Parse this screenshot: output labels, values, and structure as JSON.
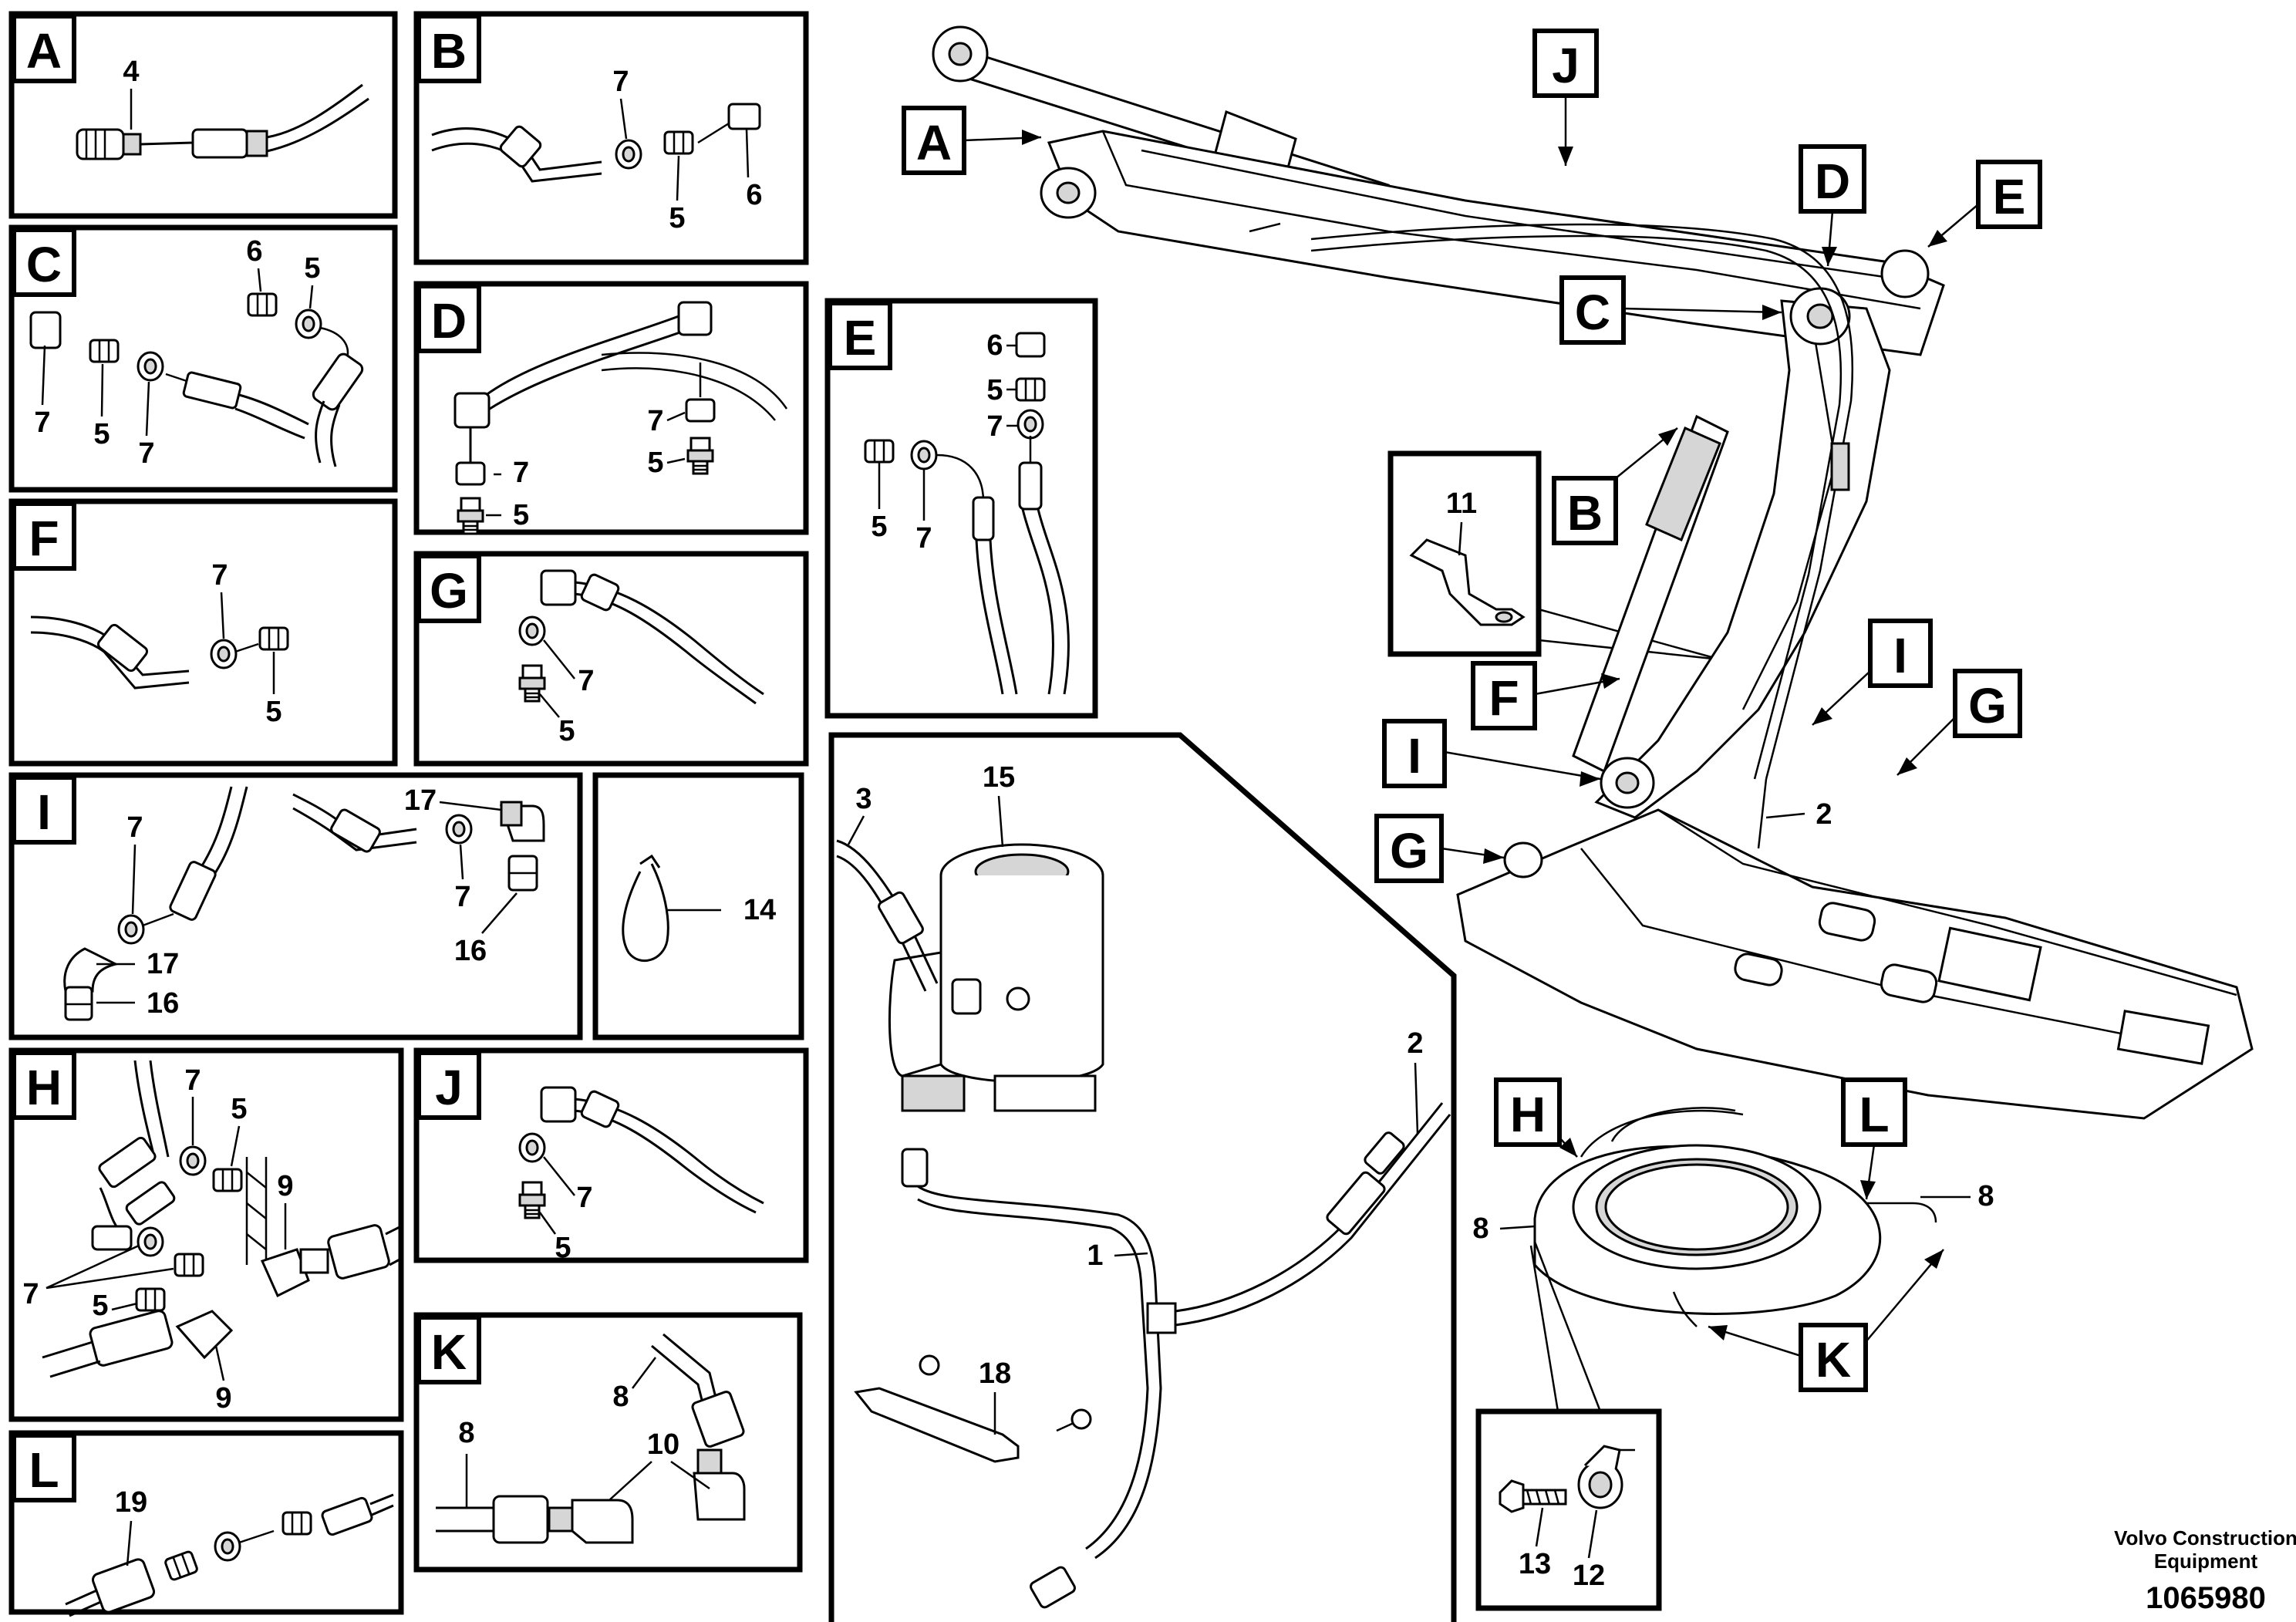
{
  "panels": {
    "A": {
      "label": "A",
      "callouts": [
        "4"
      ]
    },
    "B": {
      "label": "B",
      "callouts": [
        "7",
        "5",
        "6"
      ]
    },
    "C": {
      "label": "C",
      "callouts": [
        "5",
        "7",
        "6",
        "5",
        "7"
      ]
    },
    "D": {
      "label": "D",
      "callouts": [
        "7",
        "5",
        "7",
        "5"
      ]
    },
    "E": {
      "label": "E",
      "callouts": [
        "6",
        "5",
        "7",
        "5",
        "7"
      ]
    },
    "F": {
      "label": "F",
      "callouts": [
        "7",
        "5"
      ]
    },
    "G": {
      "label": "G",
      "callouts": [
        "7",
        "5"
      ]
    },
    "I": {
      "label": "I",
      "callouts": [
        "7",
        "17",
        "16",
        "17",
        "7",
        "16"
      ]
    },
    "strap": {
      "callouts": [
        "14"
      ]
    },
    "H": {
      "label": "H",
      "callouts": [
        "7",
        "5",
        "9",
        "7",
        "5",
        "9"
      ]
    },
    "J": {
      "label": "J",
      "callouts": [
        "7",
        "5"
      ]
    },
    "K": {
      "label": "K",
      "callouts": [
        "8",
        "8",
        "10"
      ]
    },
    "L": {
      "label": "L",
      "callouts": [
        "19"
      ]
    },
    "pump": {
      "callouts": [
        "15",
        "3",
        "2",
        "1",
        "18"
      ]
    },
    "clamp": {
      "callouts": [
        "11"
      ]
    },
    "bolt": {
      "callouts": [
        "13",
        "12"
      ]
    }
  },
  "overview": {
    "labels": [
      "A",
      "J",
      "D",
      "E",
      "C",
      "B",
      "F",
      "I",
      "I",
      "G",
      "G",
      "H",
      "L",
      "K"
    ],
    "callouts": [
      "2",
      "8",
      "8"
    ]
  },
  "footer": {
    "company_line1": "Volvo Construction",
    "company_line2": "Equipment",
    "drawing_number": "1065980"
  }
}
